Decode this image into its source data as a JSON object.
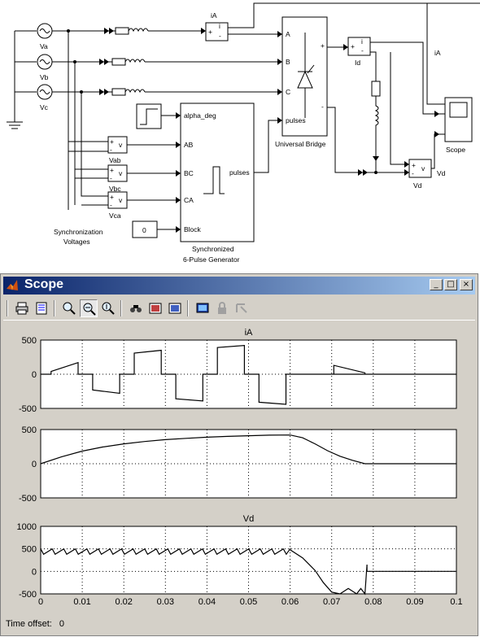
{
  "diagram": {
    "sources": [
      "Va",
      "Vb",
      "Vc"
    ],
    "meter_labels": {
      "current": "iA",
      "dc_current": "Id",
      "dc_voltage": "Vd",
      "right_current": "iA"
    },
    "bridge": {
      "ports": [
        "A",
        "B",
        "C"
      ],
      "pulses_port": "pulses",
      "plus": "+",
      "minus": "-",
      "label": "Universal Bridge"
    },
    "voltmeters": [
      "Vab",
      "Vbc",
      "Vca"
    ],
    "generator": {
      "inputs": [
        "alpha_deg",
        "AB",
        "BC",
        "CA",
        "Block"
      ],
      "output": "pulses",
      "label_line1": "Synchronized",
      "label_line2": "6-Pulse Generator"
    },
    "constant_value": "0",
    "sync_label_line1": "Synchronization",
    "sync_label_line2": "Voltages",
    "scope_label": "Scope",
    "meter_symbol": "v"
  },
  "scope": {
    "title": "Scope",
    "toolbar_icons": [
      "print-icon",
      "parameters-icon",
      "zoom-icon",
      "zoom-x-icon",
      "zoom-y-icon",
      "autoscale-icon",
      "save-axes-icon",
      "restore-axes-icon",
      "floating-scope-icon",
      "lock-axes-icon",
      "signal-selector-icon"
    ],
    "window_buttons": {
      "minimize": "_",
      "maximize": "□",
      "close": "×"
    },
    "time_offset_label": "Time offset:",
    "time_offset_value": "0"
  },
  "chart_data": [
    {
      "type": "line",
      "title": "iA",
      "xlim": [
        0,
        0.1
      ],
      "ylim": [
        -500,
        500
      ],
      "yticks": [
        -500,
        0,
        500
      ],
      "grid": true,
      "series": [
        {
          "x": [
            0,
            0.0025,
            0.0025,
            0.009,
            0.009,
            0.0125,
            0.0125,
            0.019,
            0.019,
            0.0225,
            0.0225,
            0.029,
            0.029,
            0.0325,
            0.0325,
            0.039,
            0.039,
            0.0425,
            0.0425,
            0.049,
            0.049,
            0.0525,
            0.0525,
            0.059,
            0.059,
            0.0705,
            0.0705,
            0.0705,
            0.0705,
            0.078,
            0.078,
            0.1
          ],
          "y": [
            0,
            0,
            40,
            170,
            0,
            0,
            -230,
            -280,
            0,
            0,
            310,
            350,
            0,
            0,
            -360,
            -390,
            0,
            0,
            390,
            420,
            0,
            0,
            -410,
            -440,
            0,
            0,
            0,
            0,
            0,
            0,
            0,
            0
          ]
        },
        {
          "x": [
            0.0705,
            0.0705,
            0.078,
            0.078
          ],
          "y": [
            0,
            130,
            20,
            0
          ]
        }
      ]
    },
    {
      "type": "line",
      "title": "",
      "xlim": [
        0,
        0.1
      ],
      "ylim": [
        -500,
        500
      ],
      "yticks": [
        -500,
        0,
        500
      ],
      "grid": true,
      "series": [
        {
          "x": [
            0,
            0.005,
            0.01,
            0.015,
            0.02,
            0.025,
            0.03,
            0.035,
            0.04,
            0.045,
            0.05,
            0.055,
            0.06,
            0.063,
            0.066,
            0.069,
            0.072,
            0.075,
            0.078,
            0.1
          ],
          "y": [
            0,
            100,
            185,
            245,
            290,
            325,
            352,
            372,
            388,
            400,
            410,
            418,
            420,
            380,
            290,
            190,
            110,
            50,
            0,
            0
          ]
        }
      ]
    },
    {
      "type": "line",
      "title": "Vd",
      "xlim": [
        0,
        0.1
      ],
      "ylim": [
        -500,
        1000
      ],
      "yticks": [
        -500,
        0,
        500,
        1000
      ],
      "xticks": [
        0,
        0.01,
        0.02,
        0.03,
        0.04,
        0.05,
        0.06,
        0.07,
        0.08,
        0.09,
        0.1
      ],
      "grid": true,
      "series": [
        {
          "ripple": {
            "start": 0,
            "end": 0.06,
            "period": 0.00278,
            "max": 500,
            "min": 380
          },
          "x": [
            0.06,
            0.063,
            0.066,
            0.068,
            0.07,
            0.072,
            0.074,
            0.076,
            0.077,
            0.078,
            0.0785,
            0.0785,
            0.079,
            0.1
          ],
          "y": [
            480,
            300,
            20,
            -250,
            -460,
            -500,
            -380,
            -500,
            -380,
            -500,
            150,
            0,
            0,
            0
          ]
        }
      ]
    }
  ]
}
